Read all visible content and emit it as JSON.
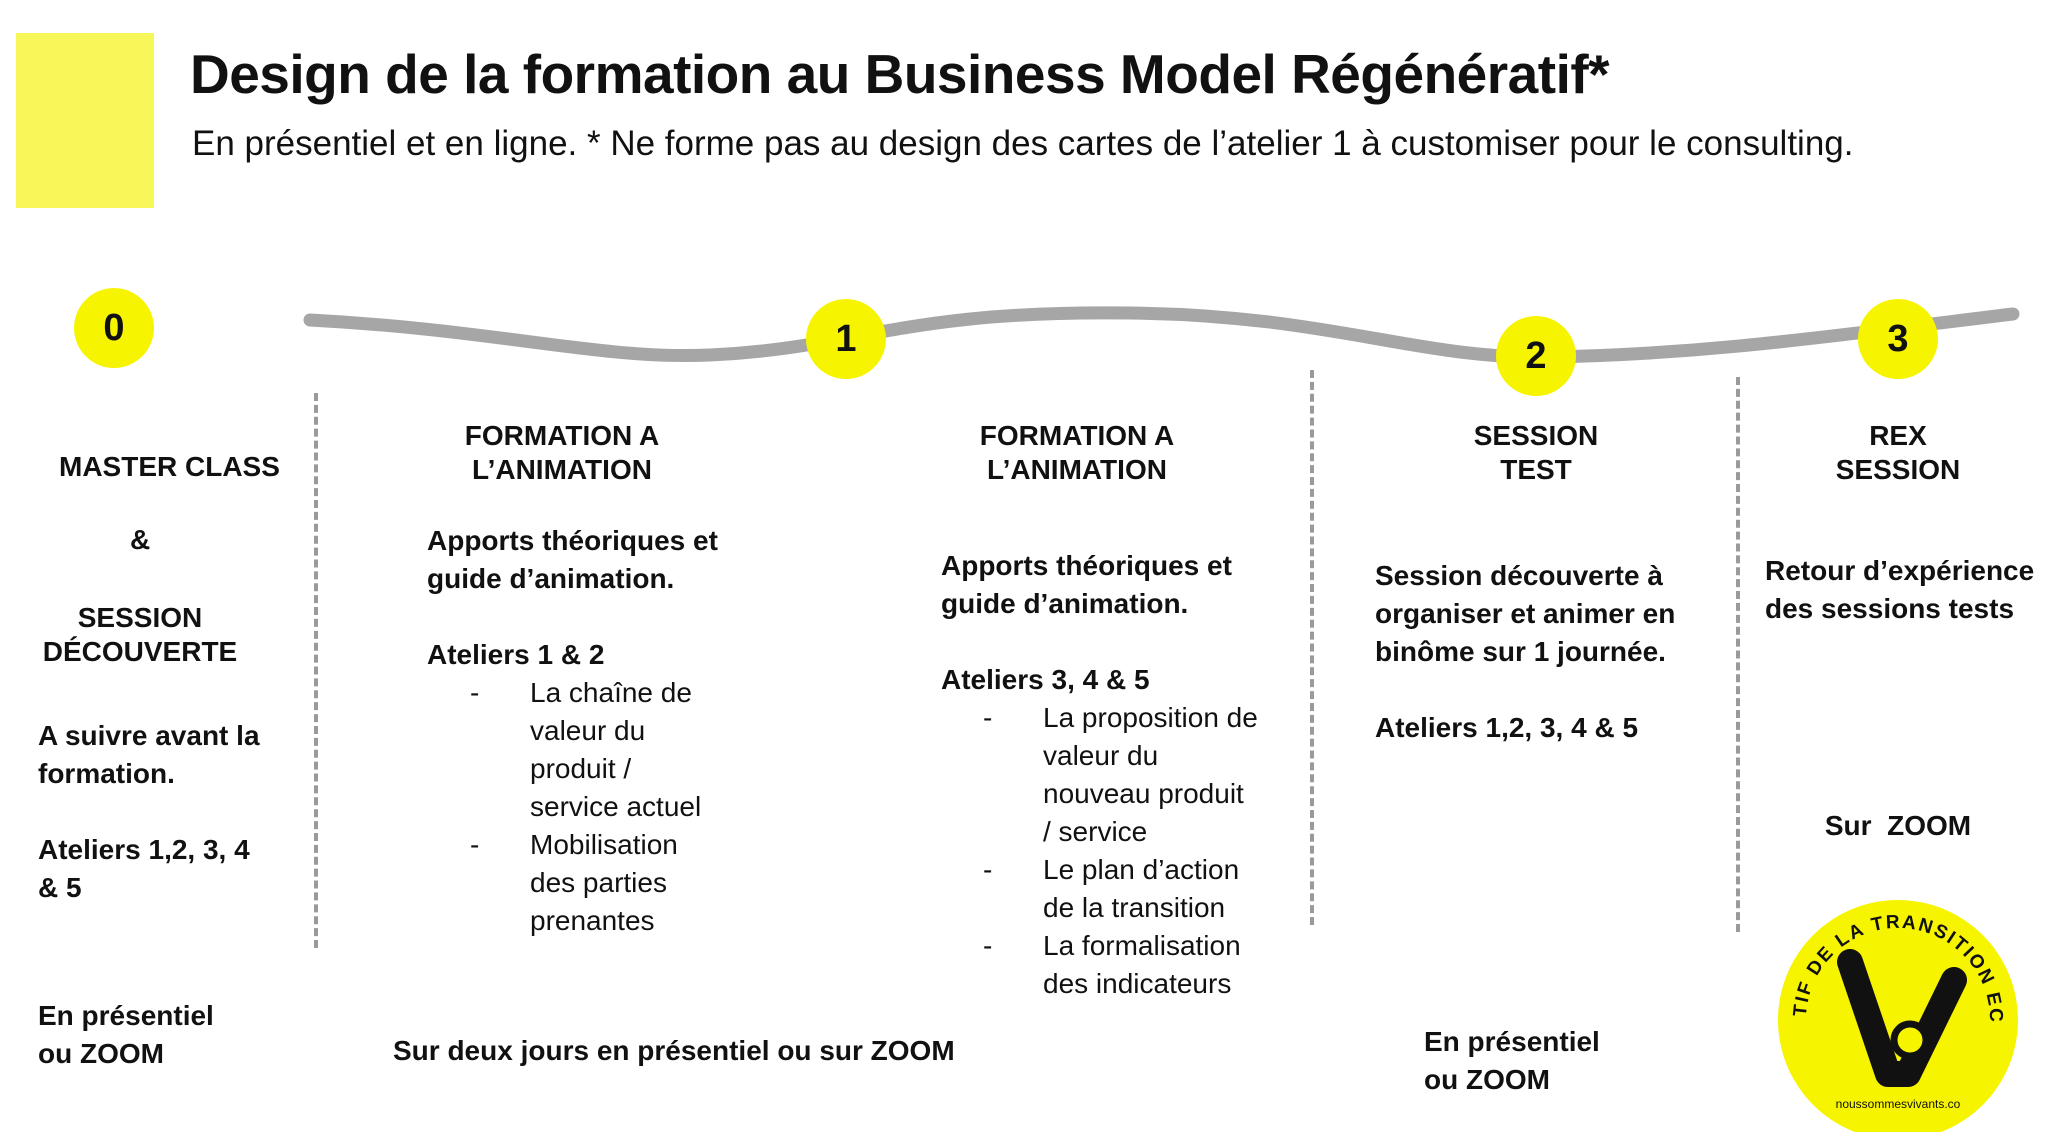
{
  "header": {
    "title": "Design de la formation au Business Model Régénératif*",
    "subtitle": "En présentiel et en ligne. * Ne forme pas au design des cartes de l’atelier 1 à customiser pour le consulting."
  },
  "colors": {
    "accent_yellow": "#f7f400",
    "block_yellow": "#f7f75a",
    "wave_gray": "#a6a6a6",
    "divider_gray": "#9a9a9a"
  },
  "steps": [
    {
      "badge": "0",
      "title_line1": "MASTER CLASS",
      "ampersand": "&",
      "title_line2": "SESSION",
      "title_line3": "DÉCOUVERTE",
      "desc_line1": "A suivre avant la",
      "desc_line2": "formation.",
      "ateliers_line1": "Ateliers 1,2, 3, 4",
      "ateliers_line2": "& 5",
      "mode_line1": "En présentiel",
      "mode_line2": "ou ZOOM"
    },
    {
      "badge": "1",
      "left": {
        "title_line1": "FORMATION A",
        "title_line2": "L’ANIMATION",
        "desc_line1": "Apports théoriques et",
        "desc_line2": "guide d’animation.",
        "ateliers": "Ateliers 1 & 2",
        "items": [
          [
            "La chaîne de",
            "valeur du",
            "produit /",
            "service actuel"
          ],
          [
            "Mobilisation",
            "des parties",
            "prenantes"
          ]
        ]
      },
      "right": {
        "title_line1": "FORMATION A",
        "title_line2": "L’ANIMATION",
        "desc_line1": "Apports théoriques et",
        "desc_line2": "guide d’animation.",
        "ateliers": "Ateliers 3, 4 & 5",
        "items": [
          [
            "La proposition de",
            "valeur du",
            "nouveau produit",
            "/ service"
          ],
          [
            "Le plan d’action",
            "de la transition"
          ],
          [
            "La formalisation",
            "des indicateurs"
          ]
        ]
      },
      "mode": "Sur deux jours en présentiel ou sur ZOOM"
    },
    {
      "badge": "2",
      "title_line1": "SESSION",
      "title_line2": "TEST",
      "desc_line1": "Session découverte à",
      "desc_line2": "organiser et animer en",
      "desc_line3": "binôme sur 1 journée.",
      "ateliers": "Ateliers 1,2, 3, 4 & 5",
      "mode_line1": "En présentiel",
      "mode_line2": "ou ZOOM"
    },
    {
      "badge": "3",
      "title_line1": "REX",
      "title_line2": "SESSION",
      "desc_line1": "Retour d’expérience",
      "desc_line2": "des sessions tests",
      "mode": "Sur  ZOOM"
    }
  ],
  "stamp": {
    "ring_text": "LE COLLECTIF DE LA TRANSITION ECOLOGIQUE",
    "url": "noussommesvivants.co"
  }
}
